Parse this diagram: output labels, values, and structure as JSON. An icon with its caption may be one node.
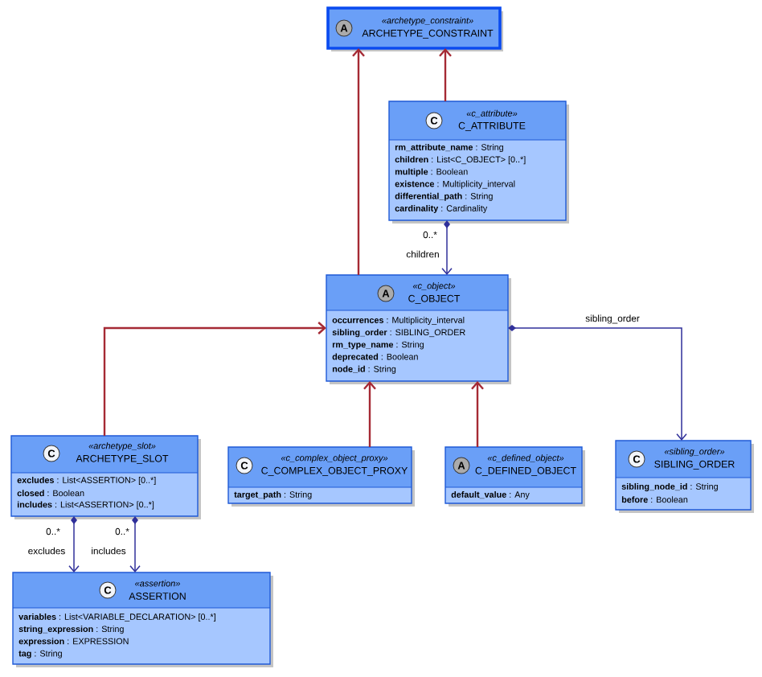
{
  "diagram": {
    "nodes": [
      {
        "text": [
          "A",
          "«archetype_constraint»",
          "ARCHETYPE_CONSTRAINT"
        ]
      },
      {
        "text": [
          "C",
          "«c_attribute»",
          "C_ATTRIBUTE",
          "**rm_attribute_name** : String",
          "**children** : List<C_OBJECT> [0..*]",
          "**multiple** : Boolean",
          "**existence** : Multiplicity_interval",
          "**differential_path** : String",
          "**cardinality** : Cardinality"
        ]
      },
      {
        "text": [
          "A",
          "«c_object»",
          "C_OBJECT",
          "**occurrences** : Multiplicity_interval",
          "**sibling_order** : SIBLING_ORDER",
          "**rm_type_name** : String",
          "**deprecated** : Boolean",
          "**node_id** : String"
        ]
      },
      {
        "text": [
          "C",
          "«archetype_slot»",
          "ARCHETYPE_SLOT",
          "**excludes** : List<ASSERTION> [0..*]",
          "**closed** : Boolean",
          "**includes** : List<ASSERTION> [0..*]"
        ]
      },
      {
        "text": [
          "C",
          "«c_complex_object_proxy»",
          "C_COMPLEX_OBJECT_PROXY",
          "**target_path** : String"
        ]
      },
      {
        "text": [
          "A",
          "«c_defined_object»",
          "C_DEFINED_OBJECT",
          "**default_value** : Any"
        ]
      },
      {
        "text": [
          "C",
          "«sibling_order»",
          "SIBLING_ORDER",
          "**sibling_node_id** : String",
          "**before** : Boolean"
        ]
      },
      {
        "text": [
          "C",
          "«assertion»",
          "ASSERTION",
          "**variables** : List<VARIABLE_DECLARATION> [0..*]",
          "**string_expression** : String",
          "**expression** : EXPRESSION",
          "**tag** : String"
        ]
      }
    ],
    "edges": [
      {
        "from": 2,
        "to": 0,
        "arrow": "to"
      },
      {
        "from": 1,
        "to": 0,
        "arrow": "to"
      },
      {
        "from": 1,
        "to": 2,
        "arrow": "to",
        "label": "children",
        "color": "#30309a"
      },
      {
        "from": 3,
        "to": 2,
        "arrow": "to"
      },
      {
        "from": 4,
        "to": 2,
        "arrow": "to"
      },
      {
        "from": 5,
        "to": 2,
        "arrow": "to"
      },
      {
        "from": 2,
        "to": 6,
        "arrow": "to",
        "label": "sibling_order",
        "color": "#30309a"
      },
      {
        "from": 3,
        "to": 7,
        "arrow": "to",
        "label": "excludes",
        "color": "#30309a"
      },
      {
        "from": 3,
        "to": 7,
        "arrow": "to",
        "label": "includes",
        "color": "#30309a"
      }
    ],
    "labels": [
      "0..*",
      "0..*",
      "0..*"
    ]
  }
}
